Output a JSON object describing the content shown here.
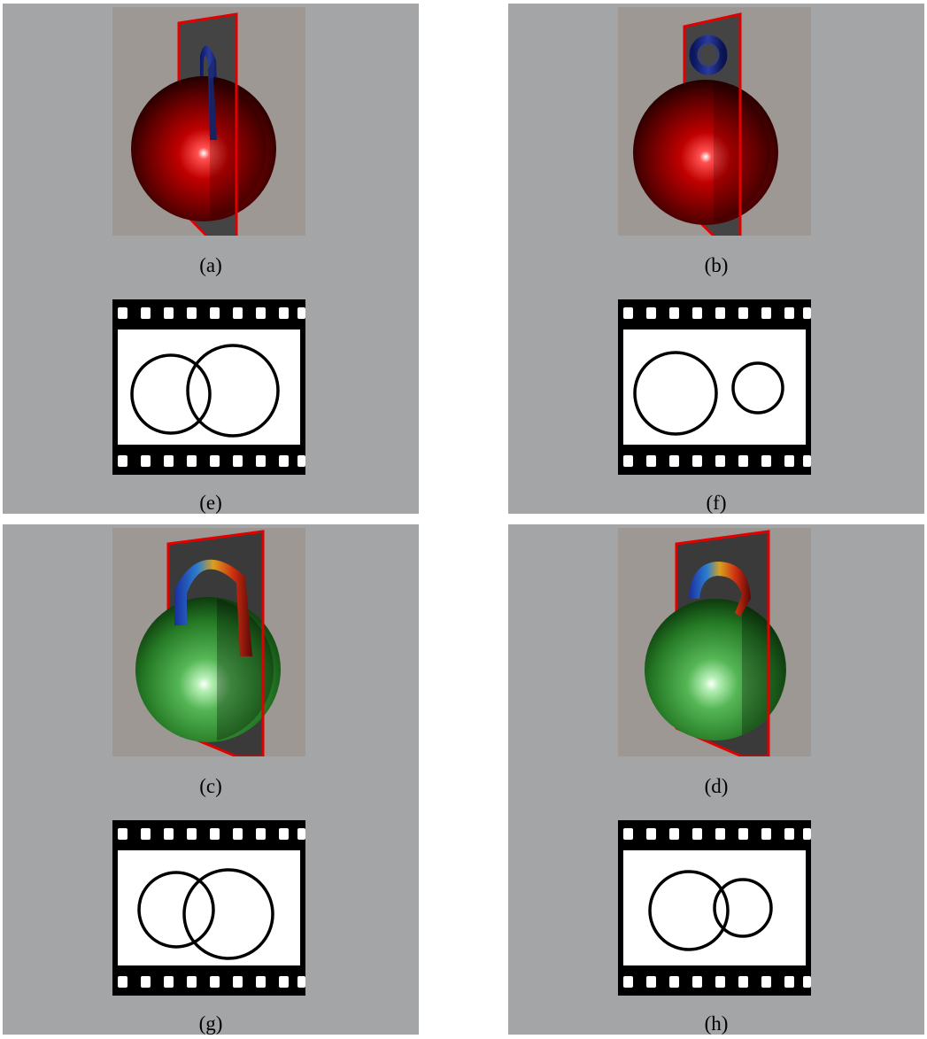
{
  "figure": {
    "panels": [
      {
        "id": "a-e",
        "top_label": "(a)",
        "bottom_label": "(e)",
        "sphere": "red",
        "ribbon": "navy",
        "rings": "linked"
      },
      {
        "id": "b-f",
        "top_label": "(b)",
        "bottom_label": "(f)",
        "sphere": "red",
        "ribbon": "navy",
        "rings": "separate"
      },
      {
        "id": "c-g",
        "top_label": "(c)",
        "bottom_label": "(g)",
        "sphere": "green",
        "ribbon": "rainbow",
        "rings": "linked"
      },
      {
        "id": "d-h",
        "top_label": "(d)",
        "bottom_label": "(h)",
        "sphere": "green",
        "ribbon": "rainbow",
        "rings": "linked"
      }
    ],
    "colors": {
      "panel_background": "#a3a5a7",
      "scene_background": "#9e9895",
      "cut_plane": "#4a4a4a",
      "plane_edge": "#e00000",
      "red_sphere": "#8a0000",
      "green_sphere": "#2f8f2f",
      "ribbon_navy": "#1c2a78",
      "film_black": "#000000",
      "film_frame": "#ffffff"
    }
  }
}
